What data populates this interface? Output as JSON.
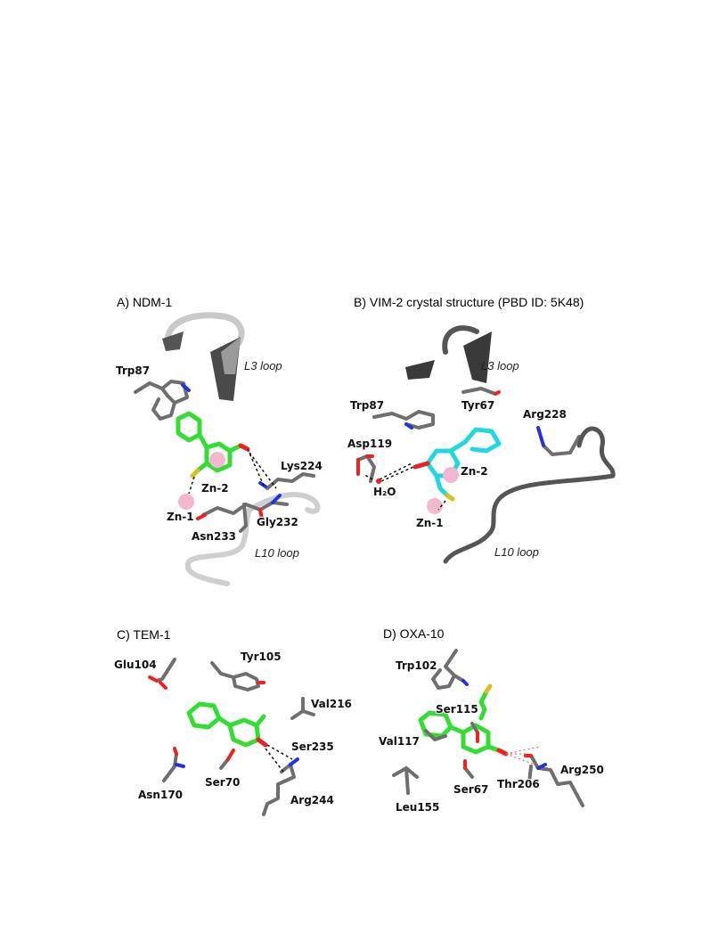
{
  "panels": {
    "a": {
      "title": "A) NDM-1",
      "labels": {
        "trp87": "Trp87",
        "l3": "L3 loop",
        "lys224": "Lys224",
        "zn2": "Zn-2",
        "zn1": "Zn-1",
        "gly232": "Gly232",
        "asn233": "Asn233",
        "l10": "L10 loop"
      }
    },
    "b": {
      "title": "B) VIM-2 crystal structure (PBD ID: 5K48)",
      "labels": {
        "l3": "L3 loop",
        "trp87": "Trp87",
        "tyr67": "Tyr67",
        "arg228": "Arg228",
        "asp119": "Asp119",
        "zn2": "Zn-2",
        "h2o": "H₂O",
        "zn1": "Zn-1",
        "l10": "L10 loop"
      }
    },
    "c": {
      "title": "C) TEM-1",
      "labels": {
        "glu104": "Glu104",
        "tyr105": "Tyr105",
        "val216": "Val216",
        "ser235": "Ser235",
        "asn170": "Asn170",
        "ser70": "Ser70",
        "arg244": "Arg244"
      }
    },
    "d": {
      "title": "D) OXA-10",
      "labels": {
        "trp102": "Trp102",
        "ser115": "Ser115",
        "val117": "Val117",
        "arg250": "Arg250",
        "ser67": "Ser67",
        "thr206": "Thr206",
        "leu155": "Leu155"
      }
    }
  },
  "colors": {
    "protein": "#6e6e6e",
    "ribbon_light": "#c9c9c9",
    "ribbon_dark": "#4a4a4a",
    "ligand_green": "#33dd33",
    "ligand_cyan": "#22d8e0",
    "oxygen": "#ee2222",
    "nitrogen": "#2233dd",
    "sulfur": "#d8c020",
    "zinc": "#f2b8d0"
  }
}
